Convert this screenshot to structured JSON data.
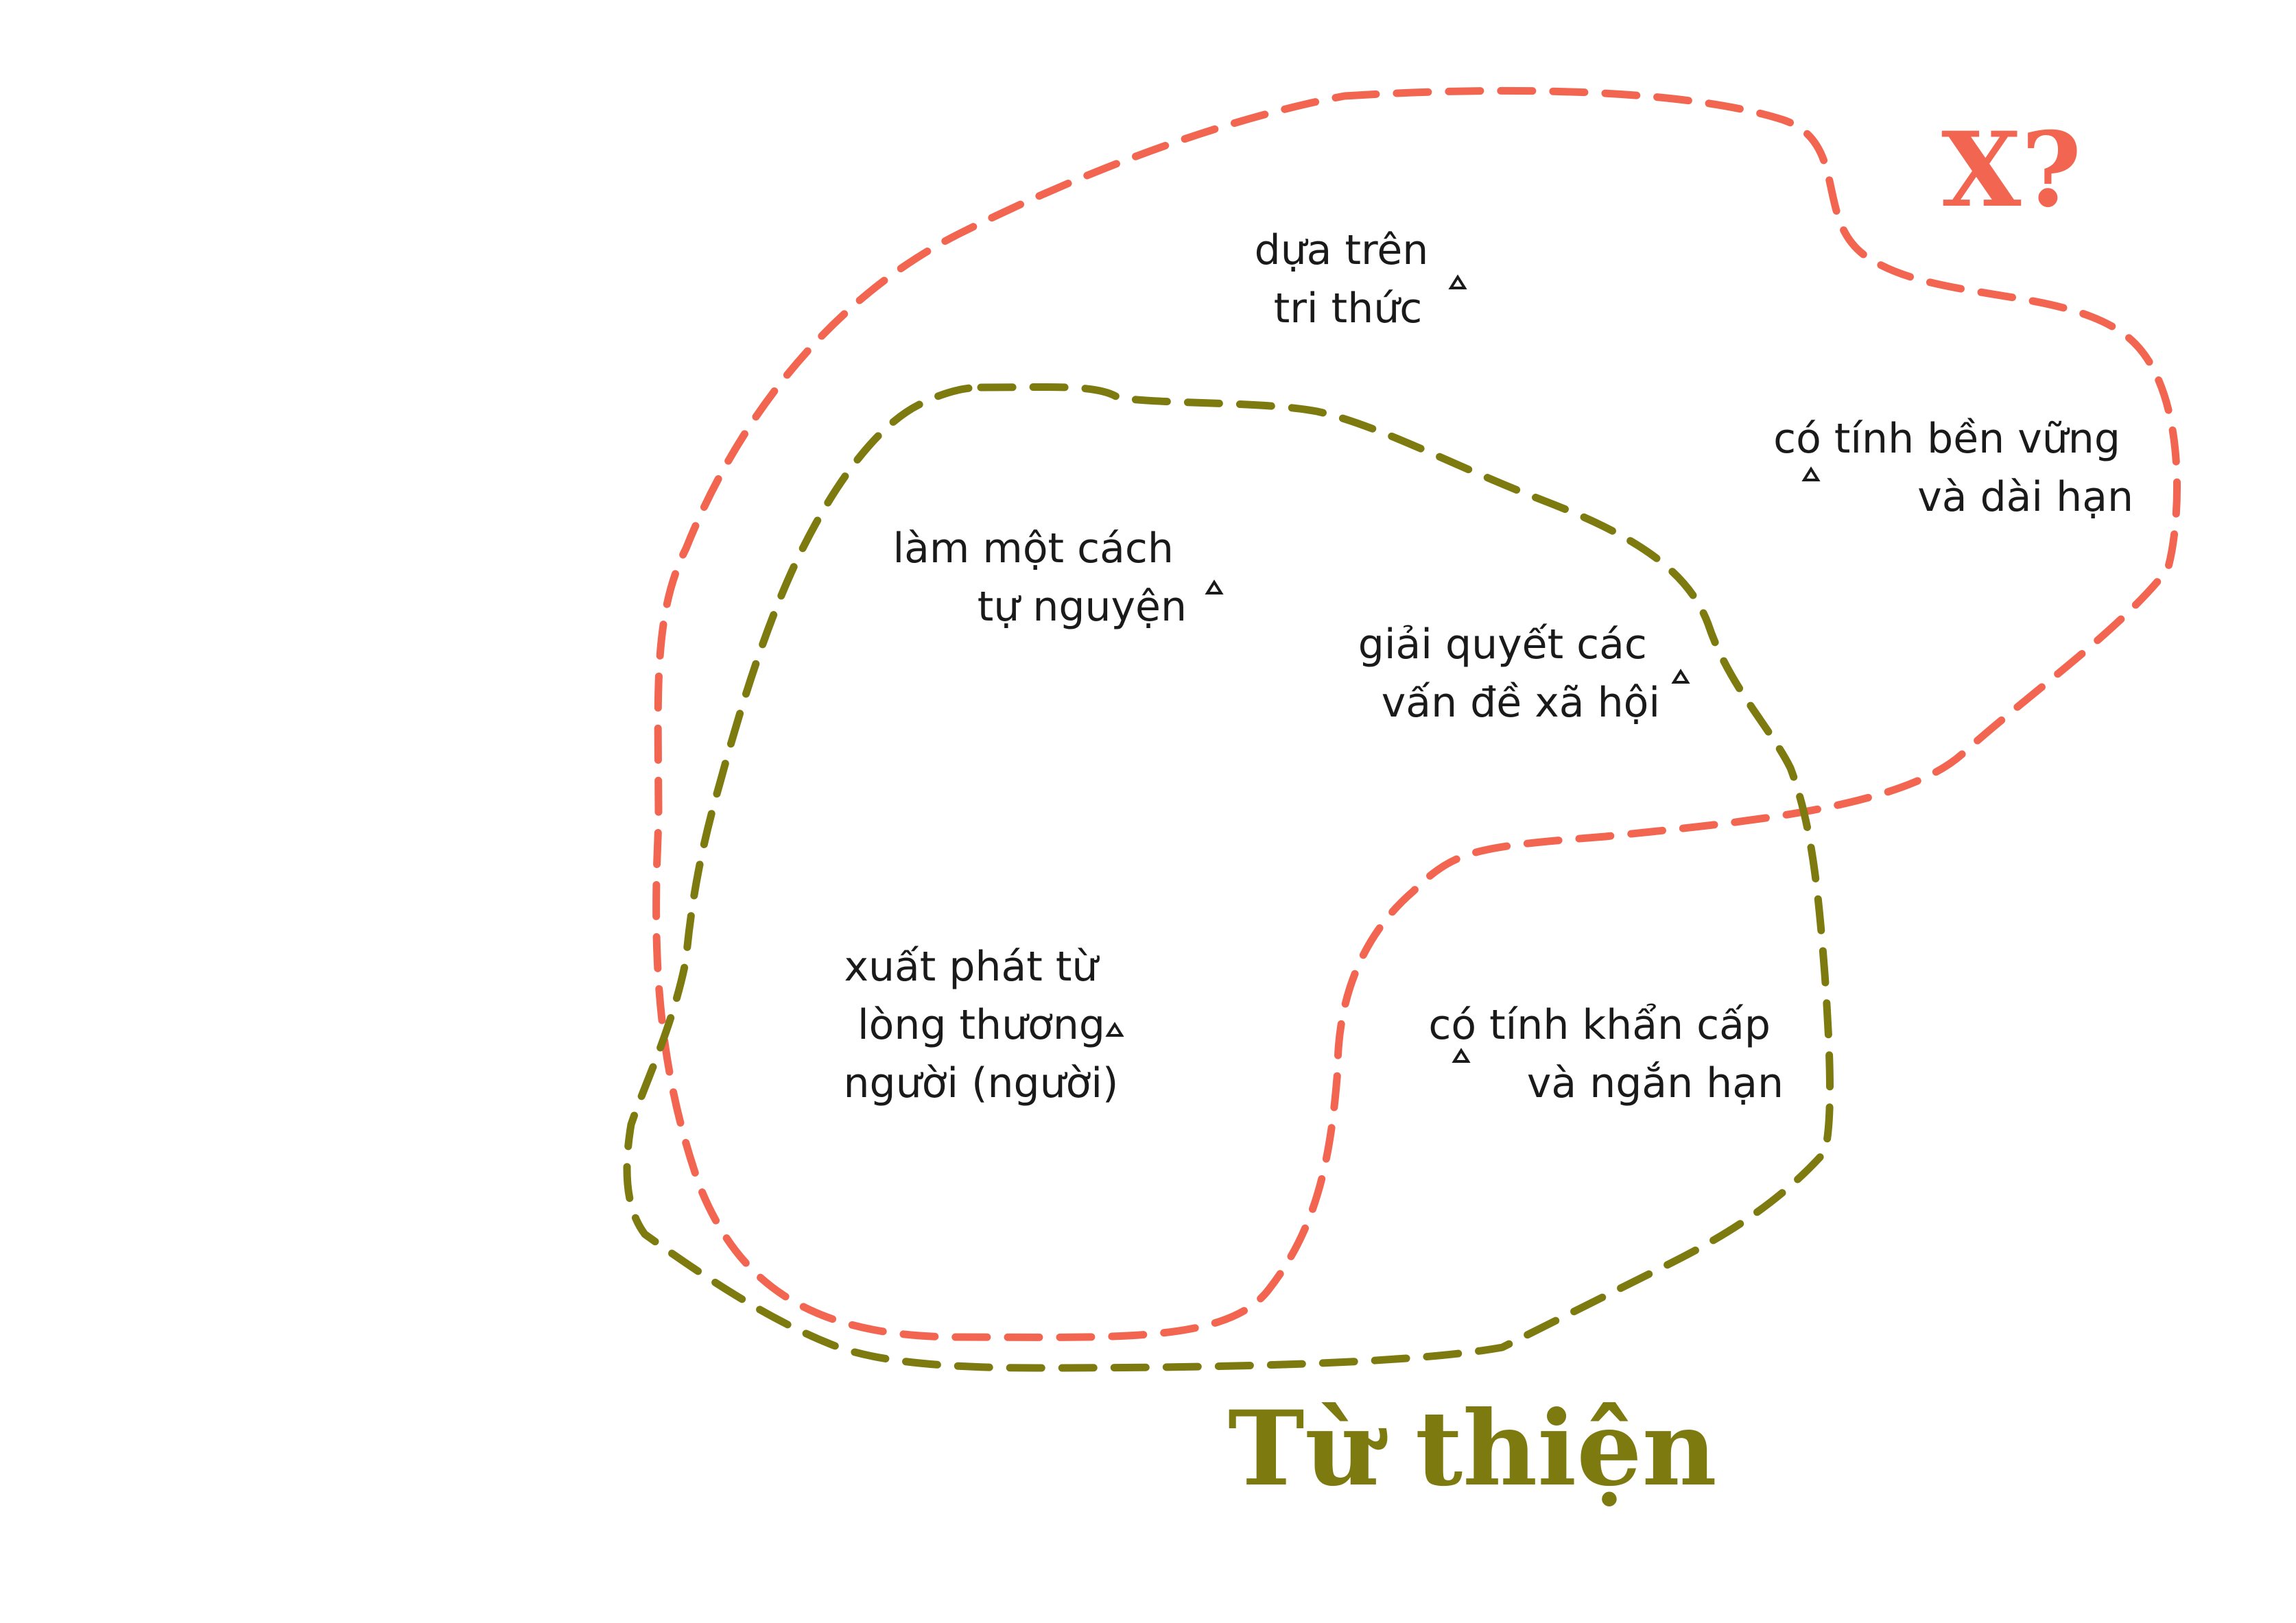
{
  "diagram": {
    "sets": [
      {
        "id": "x",
        "name": "X?",
        "color": "#f26651"
      },
      {
        "id": "tu_thien",
        "name": "Từ thiện",
        "color": "#7d7a0f"
      }
    ],
    "items": [
      {
        "id": "dua_tren",
        "lines": [
          "dựa trên",
          "tri thức"
        ]
      },
      {
        "id": "ben_vung",
        "lines": [
          "có tính bền vững",
          "và dài hạn"
        ]
      },
      {
        "id": "tu_nguyen",
        "lines": [
          "làm một cách",
          "tự nguyện"
        ]
      },
      {
        "id": "xa_hoi",
        "lines": [
          "giải quyết các",
          "vấn đề xã hội"
        ]
      },
      {
        "id": "long_thuong",
        "lines": [
          "xuất phát từ",
          "lòng thương",
          "người (người)"
        ]
      },
      {
        "id": "khan_cap",
        "lines": [
          "có tính khẩn cấp",
          "và ngắn hạn"
        ]
      }
    ]
  }
}
